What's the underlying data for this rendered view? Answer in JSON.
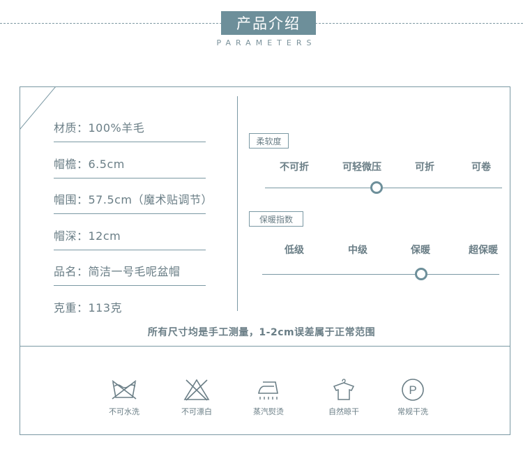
{
  "header": {
    "title": "产品介绍",
    "subtitle": "PARAMETERS"
  },
  "specs": [
    {
      "text": "材质：100%羊毛"
    },
    {
      "text": "帽檐：6.5cm"
    },
    {
      "text": "帽围：57.5cm（魔术贴调节）"
    },
    {
      "text": "帽深：12cm"
    },
    {
      "text": "品名：简洁一号毛呢盆帽"
    },
    {
      "text": "克重：113克"
    }
  ],
  "softness": {
    "label": "柔软度",
    "options": [
      "不可折",
      "可轻微压",
      "可折",
      "可卷"
    ],
    "level": 0.47
  },
  "warmth": {
    "label": "保暖指数",
    "options": [
      "低级",
      "中级",
      "保暖",
      "超保暖"
    ],
    "level": 0.67
  },
  "note": "所有尺寸均是手工测量，1-2cm误差属于正常范围",
  "care": [
    {
      "icon": "no-wash-icon",
      "label": "不可水洗"
    },
    {
      "icon": "no-bleach-icon",
      "label": "不可漂白"
    },
    {
      "icon": "steam-iron-icon",
      "label": "蒸汽熨烫"
    },
    {
      "icon": "hang-dry-icon",
      "label": "自然晾干"
    },
    {
      "icon": "dry-clean-icon",
      "label": "常规干洗"
    }
  ],
  "colors": {
    "accent": "#6d8f9a",
    "line": "#7a98a3",
    "text": "#6a7e86"
  }
}
